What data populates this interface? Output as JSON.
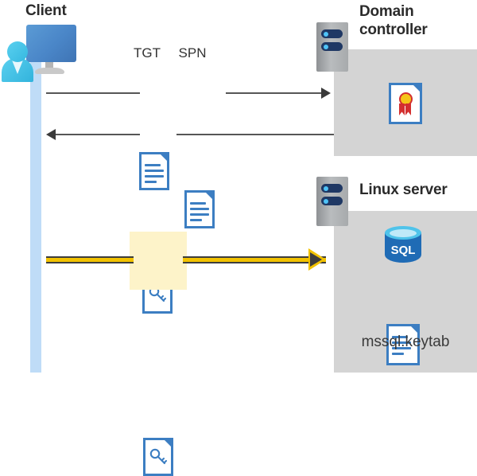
{
  "diagram": {
    "title_hidden": "",
    "actors": {
      "client": {
        "label": "Client",
        "icon": "user-monitor-icon"
      },
      "domain_controller": {
        "label": "Domain\ncontroller",
        "label_line1": "Domain",
        "label_line2": "controller",
        "icon": "server-rack-icon"
      },
      "linux_server": {
        "label": "Linux server",
        "icon": "server-rack-icon"
      }
    },
    "artifacts": {
      "tgt": {
        "label": "TGT",
        "icon": "text-document-icon"
      },
      "spn": {
        "label": "SPN",
        "icon": "text-document-icon"
      },
      "ticket": {
        "label": "",
        "icon": "key-document-icon"
      },
      "service_ticket": {
        "label": "",
        "icon": "key-document-icon",
        "highlighted": true
      },
      "certificate": {
        "label": "",
        "icon": "certificate-document-icon"
      },
      "sql_database": {
        "label": "SQL",
        "icon": "sql-database-icon"
      },
      "keytab": {
        "label": "mssql.keytab",
        "icon": "text-document-icon"
      }
    },
    "flows": [
      {
        "id": "request",
        "from": "client",
        "to": "domain_controller",
        "direction": "right",
        "style": "gray",
        "carries": [
          "TGT",
          "SPN"
        ]
      },
      {
        "id": "response",
        "from": "domain_controller",
        "to": "client",
        "direction": "left",
        "style": "gray",
        "carries": [
          "ticket"
        ]
      },
      {
        "id": "service-request",
        "from": "client",
        "to": "linux_server",
        "direction": "right",
        "style": "yellow-highlight",
        "carries": [
          "service_ticket"
        ]
      }
    ],
    "colors": {
      "panel_gray": "#d4d4d4",
      "lifeline_blue": "#bfdcf7",
      "accent_blue": "#3c7ec2",
      "arrow_gray": "#3a3a3a",
      "arrow_yellow": "#f2c200",
      "highlight_yellow": "#fdf3c9",
      "text_dark": "#2b2b2b",
      "sql_blue": "#1f6bb5",
      "cert_gold": "#f5c518",
      "cert_red": "#d32f2f"
    }
  }
}
